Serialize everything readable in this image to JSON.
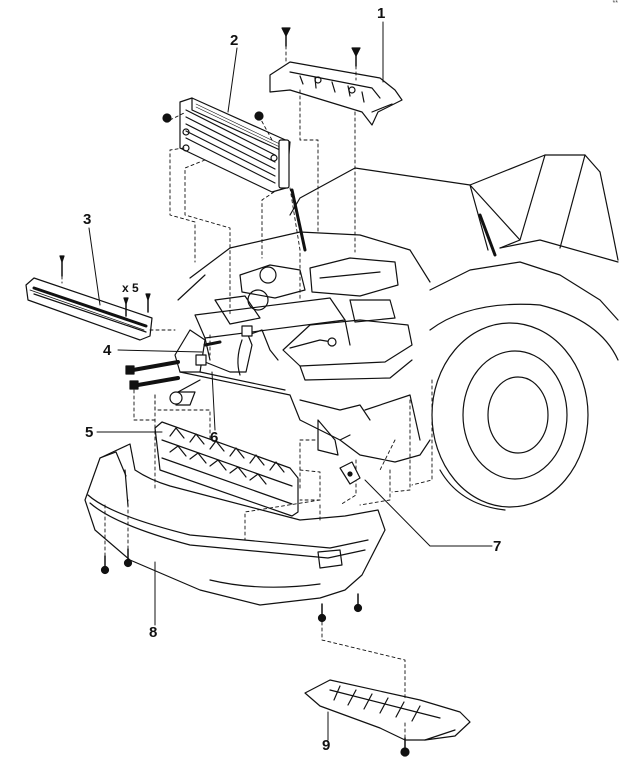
{
  "diagram": {
    "callouts": [
      "1",
      "2",
      "3",
      "4",
      "5",
      "6",
      "7",
      "8",
      "9"
    ],
    "quantity_label": "x 5",
    "corner_mark": "**"
  },
  "colors": {
    "line": "#111111",
    "fill": "#ffffff",
    "shade": "#555555"
  }
}
